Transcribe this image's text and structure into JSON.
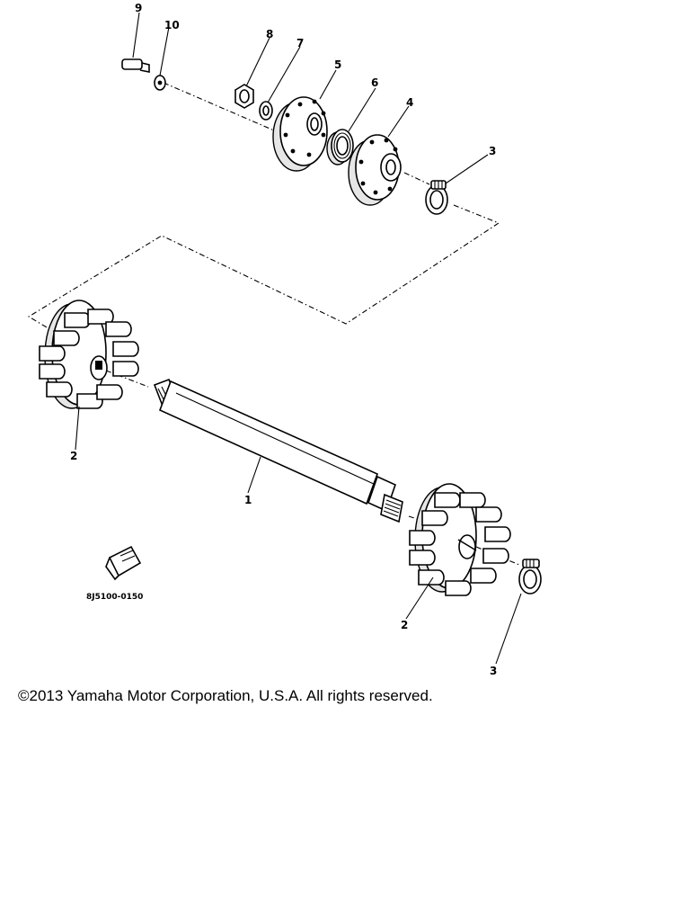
{
  "diagram": {
    "callouts": {
      "c1": "1",
      "c2a": "2",
      "c2b": "2",
      "c3a": "3",
      "c3b": "3",
      "c4": "4",
      "c5": "5",
      "c6": "6",
      "c7": "7",
      "c8": "8",
      "c9": "9",
      "c10": "10"
    },
    "part_code": "8J5100-0150"
  },
  "footer": {
    "copyright": "©2013 Yamaha Motor Corporation, U.S.A. All rights reserved."
  }
}
